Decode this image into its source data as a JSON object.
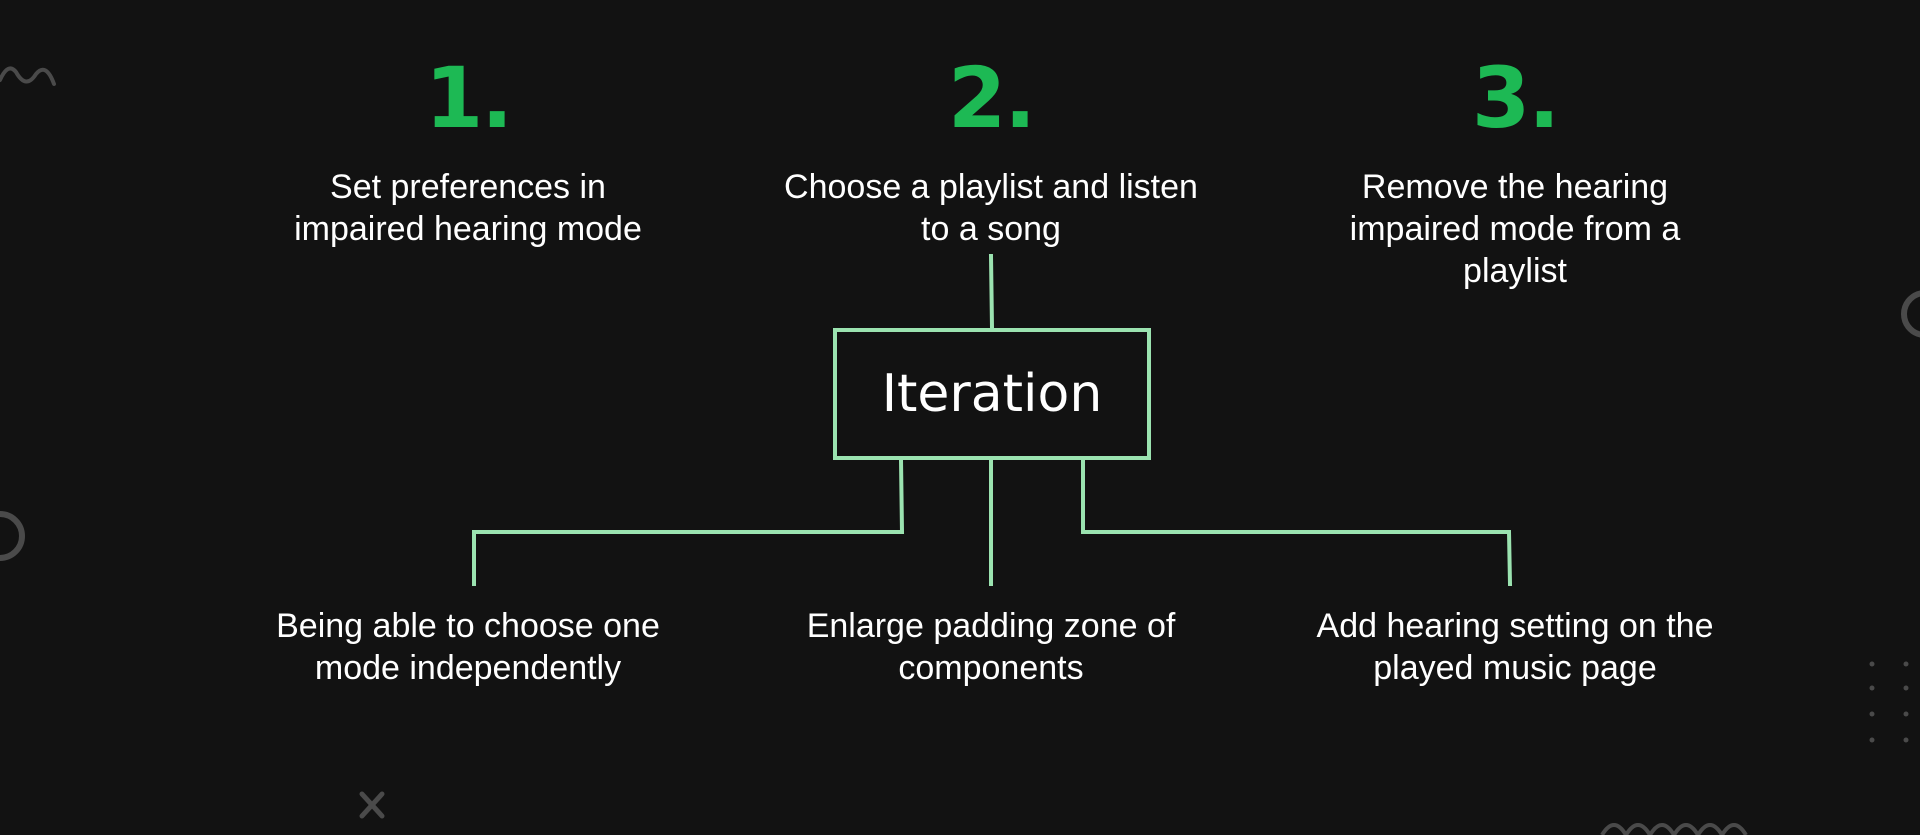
{
  "colors": {
    "background": "#121212",
    "accent_green": "#1DB954",
    "connector_green": "#9BE3B0",
    "decoration_gray": "#4a4a4a",
    "text": "#ffffff"
  },
  "steps": [
    {
      "number": "1.",
      "text": "Set preferences in impaired hearing mode"
    },
    {
      "number": "2.",
      "text": "Choose a playlist and listen to a song"
    },
    {
      "number": "3.",
      "text": "Remove the hearing impaired mode from a playlist"
    }
  ],
  "center": {
    "label": "Iteration"
  },
  "outcomes": [
    {
      "text": "Being able to choose one mode independently"
    },
    {
      "text": "Enlarge padding zone of components"
    },
    {
      "text": "Add hearing setting on the played music page"
    }
  ],
  "decorations": [
    "wave-icon",
    "circle-outline-icon",
    "circle-outline-icon",
    "x-mark-icon",
    "dot-grid-icon",
    "zigzag-icon"
  ]
}
